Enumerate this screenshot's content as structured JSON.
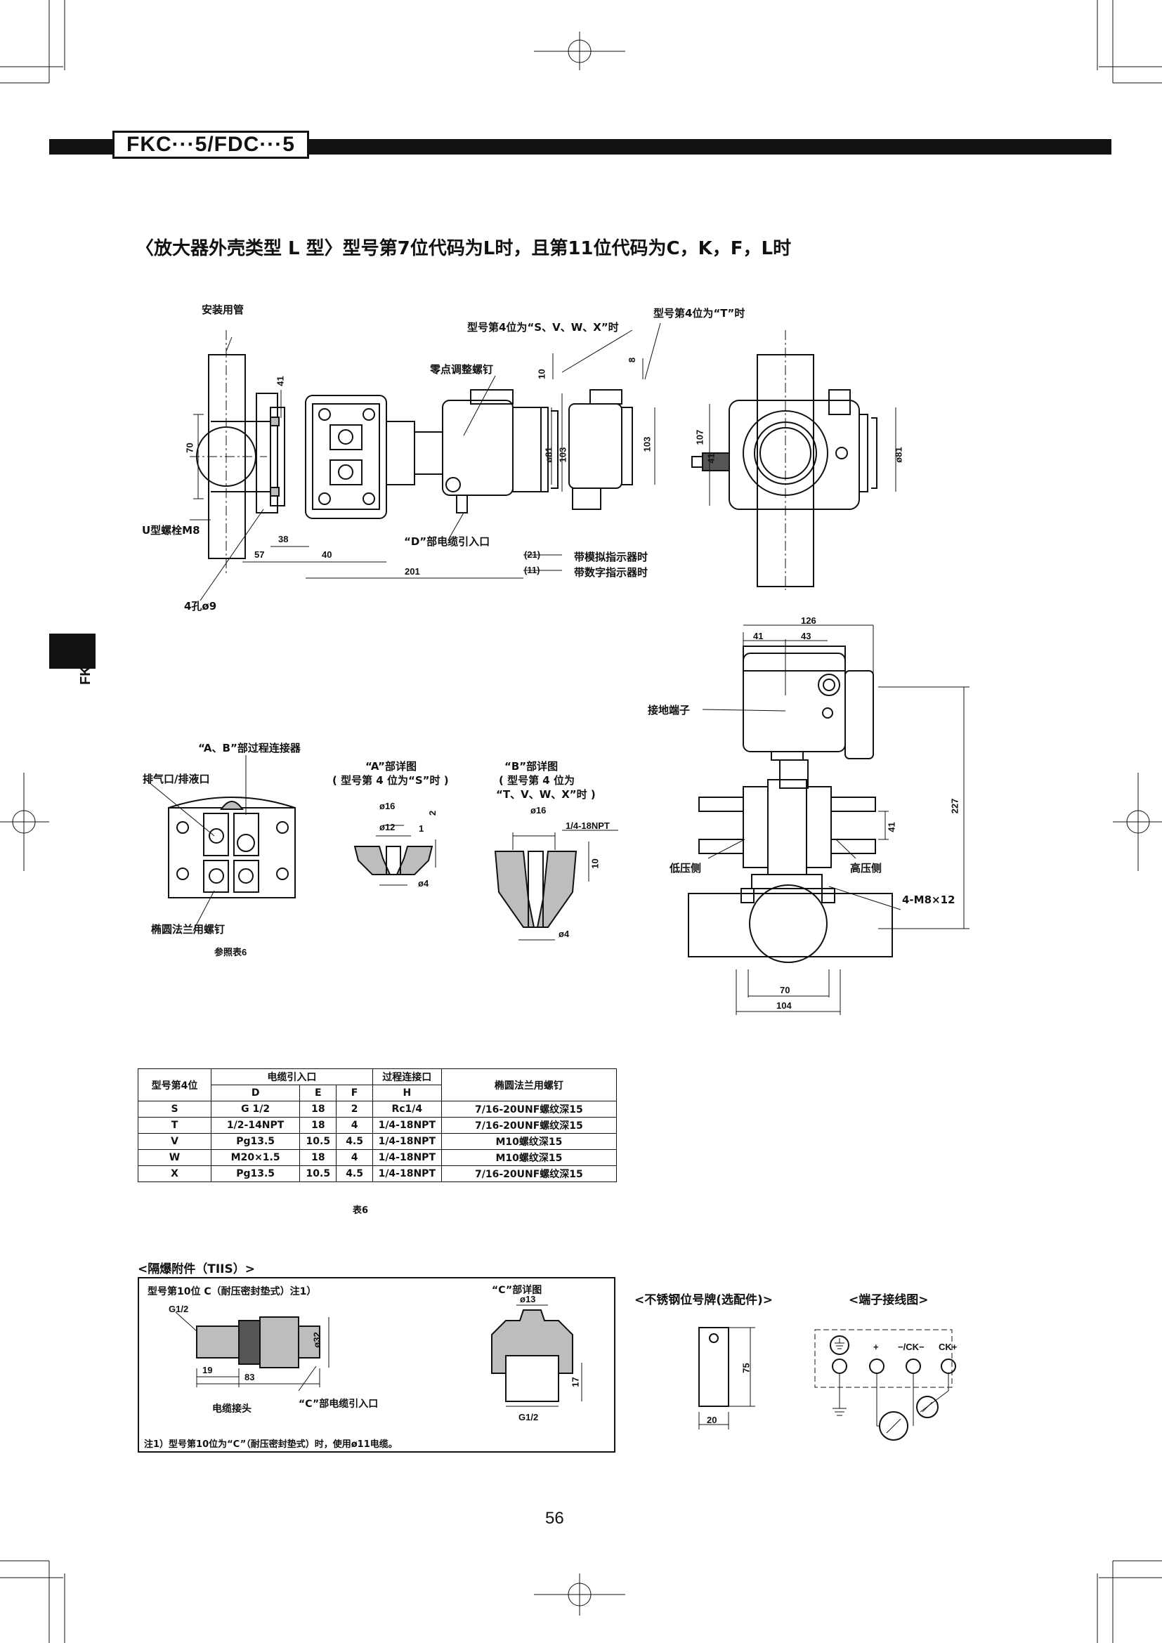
{
  "header": {
    "model": "FKC···5/FDC···5",
    "side_tab": "FKC"
  },
  "section_title": "〈放大器外壳类型 L 型〉型号第7位代码为L时，且第11位代码为C，K，F，L时",
  "top_drawing": {
    "labels": {
      "mount_pipe": "安装用管",
      "zero_screw": "零点调整螺钉",
      "note_svwx": "型号第4位为“S、V、W、X”时",
      "note_t": "型号第4位为“T”时",
      "u_bolt": "U型螺栓M8",
      "d_cable": "“D”部电缆引入口",
      "holes": "4孔ø9",
      "analog": "带模拟指示器时",
      "digital": "带数字指示器时"
    },
    "dims": [
      "41",
      "70",
      "38",
      "57",
      "40",
      "201",
      "(21)",
      "(11)",
      "10",
      "8",
      "ø81",
      "103",
      "103",
      "107",
      "41",
      "ø81"
    ]
  },
  "right_drawing": {
    "labels": {
      "ground": "接地端子",
      "low": "低压侧",
      "high": "高压侧",
      "bolt": "4-M8×12"
    },
    "dims": [
      "126",
      "41",
      "43",
      "227",
      "41",
      "70",
      "104"
    ]
  },
  "connector_view": {
    "title": "“A、B”部过程连接器",
    "vent": "排气口/排液口",
    "flange": "椭圆法兰用螺钉",
    "ref": "参照表6"
  },
  "detail_a": {
    "title": "“A”部详图",
    "subtitle": "( 型号第 4 位为“S”时 )",
    "dims": [
      "ø16",
      "ø12",
      "2",
      "1",
      "ø4"
    ]
  },
  "detail_b": {
    "title": "“B”部详图",
    "subtitle": "( 型号第 4 位为",
    "subtitle2": "“T、V、W、X”时 )",
    "dims": [
      "ø16",
      "1/4-18NPT",
      "10",
      "ø4"
    ]
  },
  "table": {
    "caption": "表6",
    "h_pos4": "型号第4位",
    "h_cable": "电缆引入口",
    "h_process": "过程连接口",
    "h_flange": "椭圆法兰用螺钉",
    "h_d": "D",
    "h_e": "E",
    "h_f": "F",
    "h_h": "H",
    "rows": [
      [
        "S",
        "G 1/2",
        "18",
        "2",
        "Rc1/4",
        "7/16-20UNF螺纹深15"
      ],
      [
        "T",
        "1/2-14NPT",
        "18",
        "4",
        "1/4-18NPT",
        "7/16-20UNF螺纹深15"
      ],
      [
        "V",
        "Pg13.5",
        "10.5",
        "4.5",
        "1/4-18NPT",
        "M10螺纹深15"
      ],
      [
        "W",
        "M20×1.5",
        "18",
        "4",
        "1/4-18NPT",
        "M10螺纹深15"
      ],
      [
        "X",
        "Pg13.5",
        "10.5",
        "4.5",
        "1/4-18NPT",
        "7/16-20UNF螺纹深15"
      ]
    ]
  },
  "tiis": {
    "title": "<隔爆附件（TIIS）>",
    "line1": "型号第10位 C（耐压密封垫式）注1）",
    "g12": "G1/2",
    "dims": [
      "ø32",
      "19",
      "83"
    ],
    "cable_joint": "电缆接头",
    "c_port": "“C”部电缆引入口",
    "c_detail": "“C”部详图",
    "c_dims": [
      "ø13",
      "17",
      "G1/2"
    ],
    "note": "注1）型号第10位为“C”（耐压密封垫式）时，使用ø11电缆。"
  },
  "nameplate": {
    "title": "<不锈钢位号牌(选配件)>",
    "dims": [
      "75",
      "20"
    ]
  },
  "wiring": {
    "title": "<端子接线图>",
    "terminals": [
      "+",
      "−/CK−",
      "CK+"
    ]
  },
  "page_number": "56"
}
